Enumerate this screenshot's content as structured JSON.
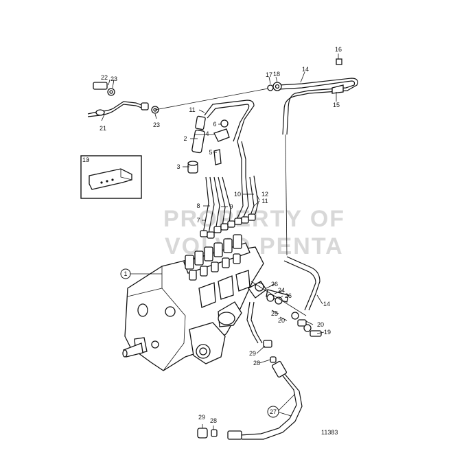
{
  "diagram": {
    "watermark_lines": [
      "PROPERTY OF",
      "VOLVO PENTA"
    ],
    "drawing_number": "11383",
    "callouts": [
      "1",
      "2",
      "3",
      "4",
      "5",
      "6",
      "7",
      "8",
      "9",
      "10",
      "11",
      "11",
      "12",
      "13",
      "14",
      "14",
      "15",
      "16",
      "17",
      "18",
      "19",
      "20",
      "20",
      "21",
      "22",
      "23",
      "23",
      "24",
      "25",
      "26",
      "26",
      "27",
      "28",
      "28",
      "29",
      "29"
    ]
  },
  "colors": {
    "ink": "#111111",
    "paper": "#ffffff",
    "watermark": "#d8d8d8"
  }
}
